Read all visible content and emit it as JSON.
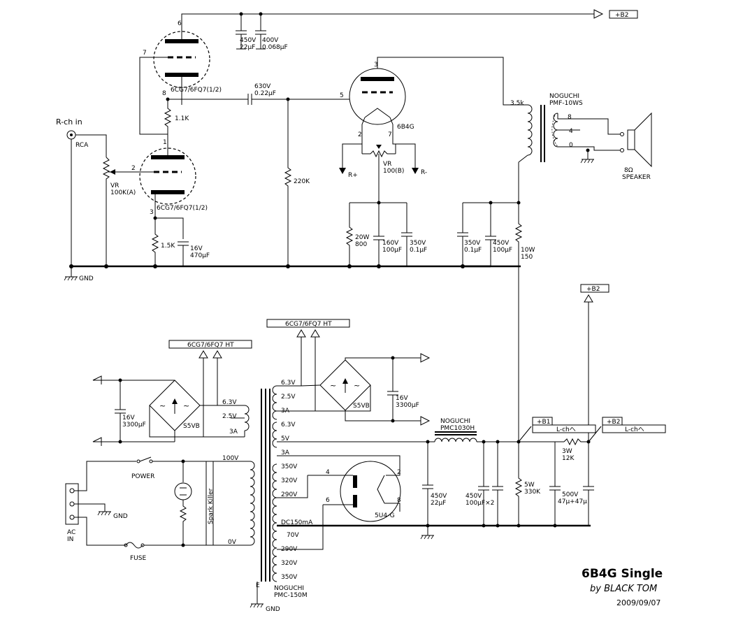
{
  "title": {
    "name": "6B4G Single",
    "author": "by BLACK TOM",
    "date": "2009/09/07"
  },
  "input": {
    "label": "R-ch in",
    "connector": "RCA",
    "gnd": "GND"
  },
  "volume": {
    "name": "VR",
    "value": "100K(A)"
  },
  "v1a": {
    "tube": "6CG7/6FQ7(1/2)",
    "plate_load": "1.1K"
  },
  "v1b": {
    "tube": "6CG7/6FQ7(1/2)",
    "cathode_r": "1.5K",
    "cap_v": "16V",
    "cap_c": "470μF"
  },
  "b2_decouple": {
    "c1_v": "450V",
    "c1_c": "22μF",
    "c2_v": "400V",
    "c2_c": "0.068μF"
  },
  "coupling": {
    "cap_v": "630V",
    "cap_c": "0.22μF",
    "grid_r": "220K"
  },
  "power_tube": {
    "name": "6B4G",
    "hum_vr": "VR",
    "hum_vr_value": "100(B)",
    "rplus": "R+",
    "rminus": "R-"
  },
  "bias": {
    "r_w": "20W",
    "r_v": "800",
    "c1_v": "160V",
    "c1_c": "100μF",
    "c2_v": "350V",
    "c2_c": "0.1μF"
  },
  "b_filter": {
    "c1_v": "350V",
    "c1_c": "0.1μF",
    "c2_v": "450V",
    "c2_c": "100μF",
    "r_w": "10W",
    "r_v": "150"
  },
  "output_tx": {
    "maker": "NOGUCHI",
    "model": "PMF-10WS",
    "primary": "3.5k",
    "tap8": "8",
    "tap4": "4",
    "tap0": "0"
  },
  "speaker": {
    "imp": "8Ω",
    "name": "SPEAKER"
  },
  "rails": {
    "b2": "+B2",
    "b1": "+B1",
    "ht": "6CG7/6FQ7 HT",
    "l_ch": "L-chへ"
  },
  "ps_left": {
    "cap_v": "16V",
    "cap_c": "3300μF",
    "bridge": "S5VB",
    "w1": "6.3V",
    "w2": "2.5V",
    "w3": "3A"
  },
  "ps_right": {
    "cap_v": "16V",
    "cap_c": "3300μF",
    "bridge": "S5VB",
    "w1": "6.3V",
    "w2": "2.5V",
    "w3": "3A"
  },
  "power_tx": {
    "maker": "NOGUCHI",
    "model": "PMC-150M",
    "e": "E",
    "gnd": "GND",
    "prim_100": "100V",
    "prim_0": "0V",
    "s_63": "6.3V",
    "s_5": "5V",
    "s_3a": "3A",
    "s_350a": "350V",
    "s_320a": "320V",
    "s_290a": "290V",
    "s_dc": "DC150mA",
    "s_70": "70V",
    "s_290b": "290V",
    "s_320b": "320V",
    "s_350b": "350V"
  },
  "mains": {
    "power": "POWER",
    "fuse": "FUSE",
    "spark": "Spark Killer",
    "ac1": "AC",
    "ac2": "IN",
    "gnd": "GND"
  },
  "rectifier": {
    "name": "5U4-G",
    "p2": "2",
    "p4": "4",
    "p6": "6",
    "p8": "8"
  },
  "choke": {
    "maker": "NOGUCHI",
    "model": "PMC1030H"
  },
  "ps_caps": {
    "c1_v": "450V",
    "c1_c": "22μF",
    "c2_v": "450V",
    "c2_c": "100μF×2",
    "bleeder_w": "5W",
    "bleeder_v": "330K",
    "r_w": "3W",
    "r_v": "12K",
    "c3_v": "500V",
    "c3_c": "47μ+47μ"
  },
  "pins": {
    "v1a_6": "6",
    "v1a_7": "7",
    "v1a_8": "8",
    "v1b_1": "1",
    "v1b_2": "2",
    "v1b_3": "3",
    "pt_3": "3",
    "pt_5": "5",
    "pt_2": "2",
    "pt_7": "7"
  }
}
